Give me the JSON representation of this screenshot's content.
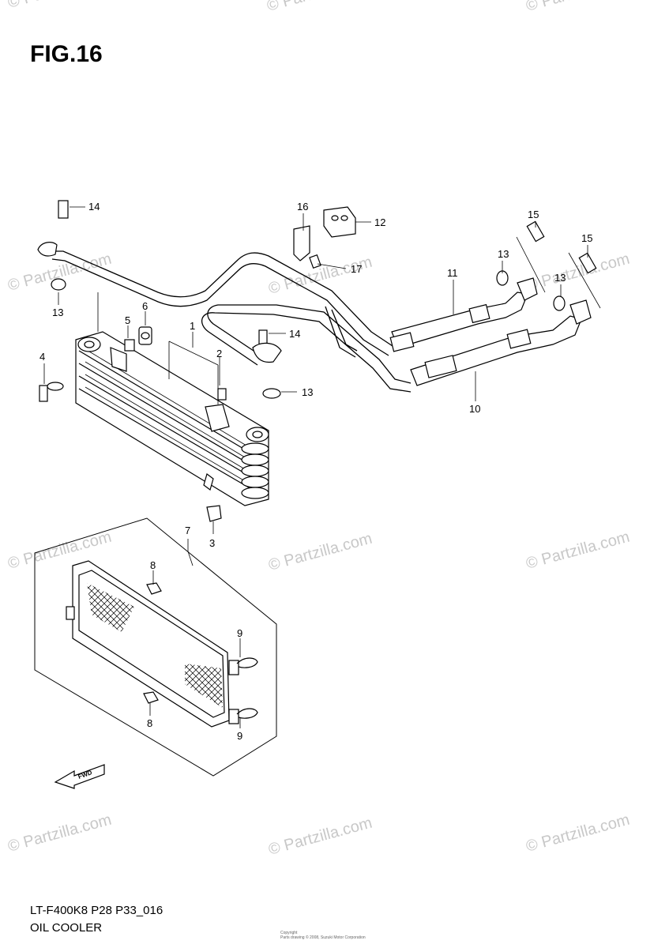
{
  "figure": {
    "title": "FIG.16"
  },
  "footer": {
    "code": "LT-F400K8 P28 P33_016",
    "name": "OIL COOLER"
  },
  "copyright": {
    "line1": "Copyright",
    "line2": "Parts drawing © 2008, Suzuki Motor Corporation"
  },
  "watermark": {
    "text": "© Partzilla.com"
  },
  "direction": {
    "label": "FWD"
  },
  "callouts": {
    "c1": "1",
    "c2": "2",
    "c3": "3",
    "c4": "4",
    "c5": "5",
    "c6": "6",
    "c7": "7",
    "c8a": "8",
    "c8b": "8",
    "c9a": "9",
    "c9b": "9",
    "c10": "10",
    "c11": "11",
    "c12": "12",
    "c13a": "13",
    "c13b": "13",
    "c13c": "13",
    "c13d": "13",
    "c14a": "14",
    "c14b": "14",
    "c15a": "15",
    "c15b": "15",
    "c16": "16",
    "c17": "17"
  }
}
